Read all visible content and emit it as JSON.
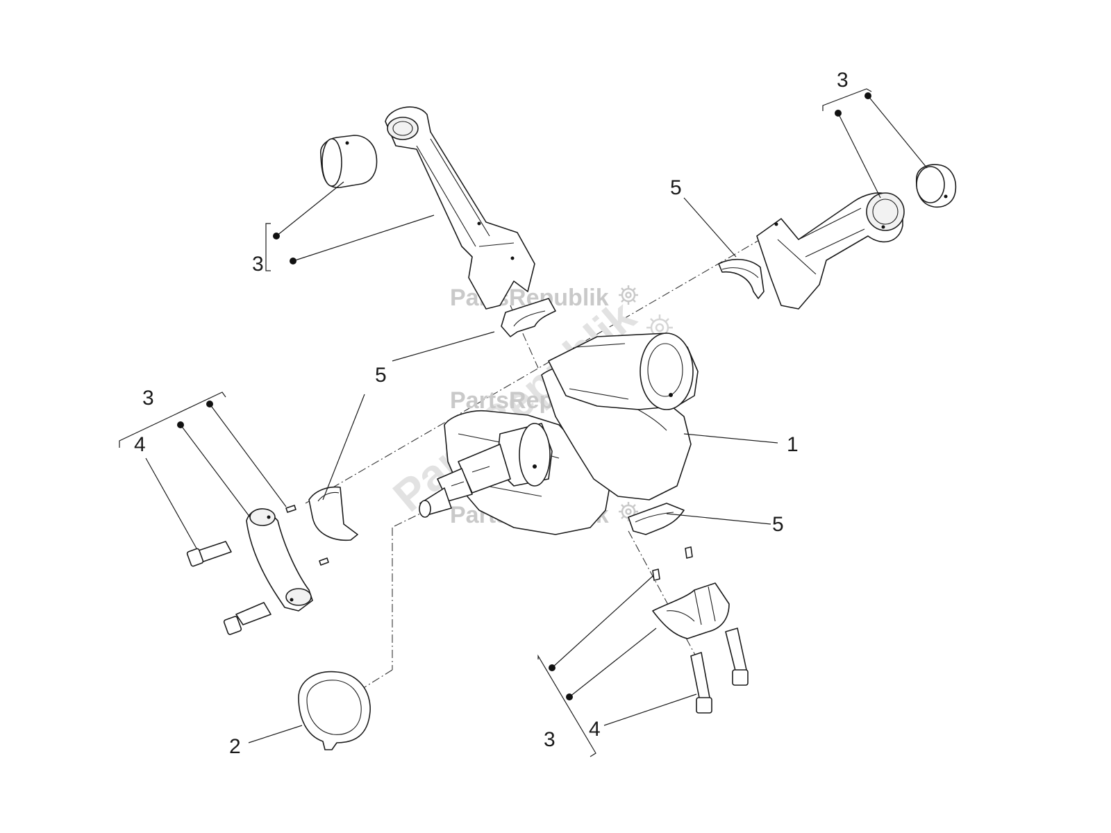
{
  "callouts": {
    "c1": "1",
    "c2": "2",
    "c3a": "3",
    "c3b": "3",
    "c3c": "3",
    "c3d": "3",
    "c4a": "4",
    "c4b": "4",
    "c5a": "5",
    "c5b": "5",
    "c5c": "5"
  },
  "watermarks": {
    "w1": "PartsRepublik",
    "w2": "PartsRepublik",
    "w3": "PartsRepublik",
    "diagonal": "PartsRepublik"
  },
  "icons": [
    "gear-icon"
  ]
}
